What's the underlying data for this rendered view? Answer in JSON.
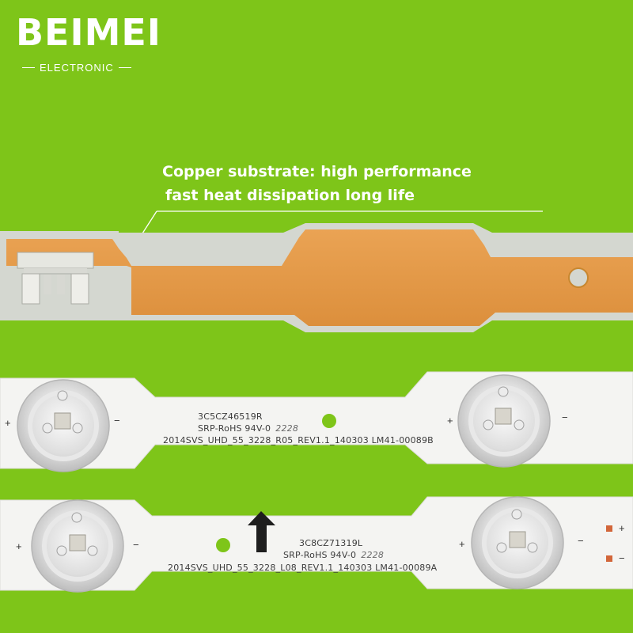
{
  "brand": {
    "name": "BEIMEI",
    "subtitle": "ELECTRONIC"
  },
  "callout": {
    "line1": "Copper substrate: high performance",
    "line2": "fast heat dissipation long life"
  },
  "strip_top": {
    "code": "3C5CZ46519R",
    "cert": "SRP-RoHS 94V-0",
    "date": "2228",
    "model": "2014SVS_UHD_55_3228_R05_REV1.1_140303 LM41-00089B"
  },
  "strip_bottom": {
    "code": "3C8CZ71319L",
    "cert": "SRP-RoHS 94V-0",
    "date": "2228",
    "model": "2014SVS_UHD_55_3228_L08_REV1.1_140303 LM41-00089A"
  },
  "polarity": {
    "plus": "+",
    "minus": "−"
  },
  "colors": {
    "background": "#7ec519",
    "copper": "#e49a45",
    "pcb_white": "#f4f4f2",
    "label_text": "#ffffff"
  }
}
